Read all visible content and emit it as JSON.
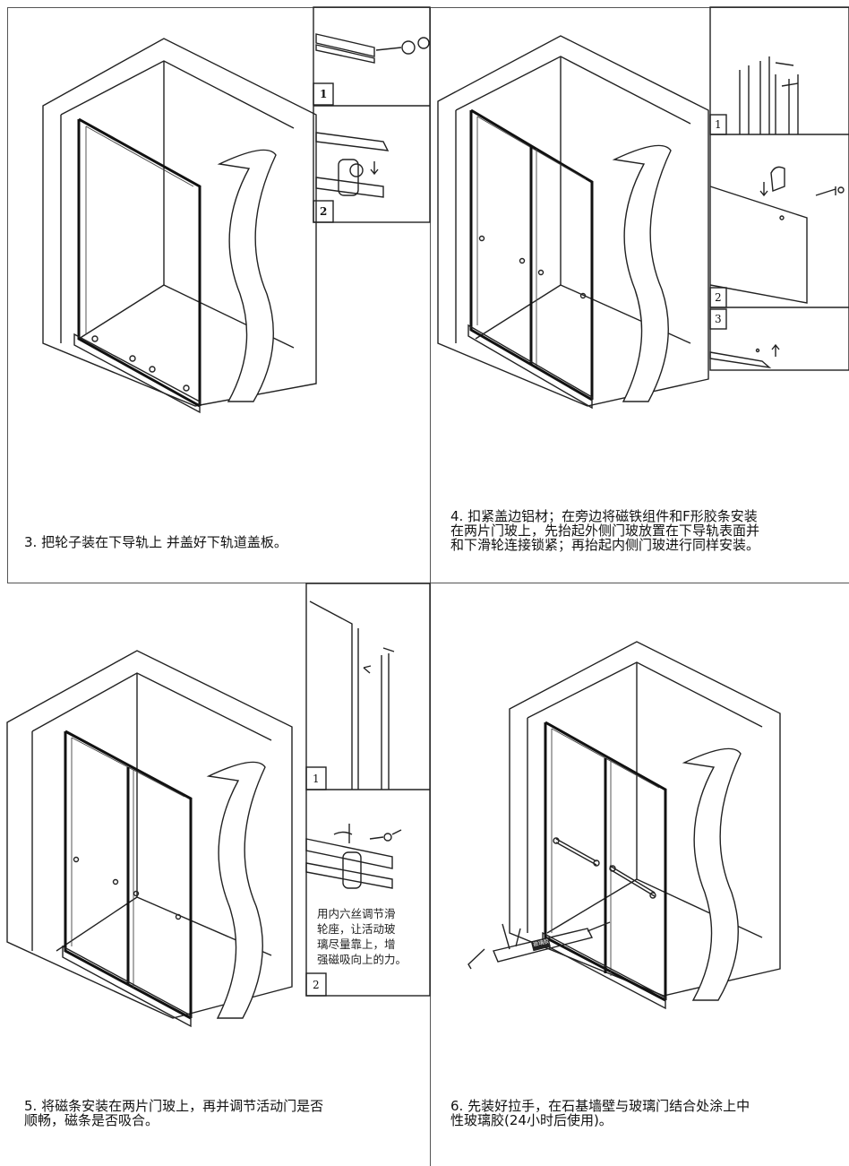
{
  "steps": [
    {
      "caption_lines": [
        "3. 把轮子装在下导轨上  并盖好下轨道盖板。"
      ],
      "inset_labels": [
        "1",
        "2"
      ]
    },
    {
      "caption_lines": [
        "4. 扣紧盖边铝材；在旁边将磁铁组件和F形胶条安装",
        "在两片门玻上，先抬起外侧门玻放置在下导轨表面并",
        "和下滑轮连接锁紧；再抬起内侧门玻进行同样安装。"
      ],
      "inset_labels": [
        "1",
        "2",
        "3"
      ]
    },
    {
      "caption_lines": [
        "5. 将磁条安装在两片门玻上，再并调节活动门是否",
        "顺畅，磁条是否吸合。"
      ],
      "inset_labels": [
        "1",
        "2"
      ],
      "note_lines": [
        "用内六丝调节滑",
        "轮座，让活动玻",
        "璃尽量靠上，增",
        "强磁吸向上的力。"
      ]
    },
    {
      "caption_lines": [
        "6. 先装好拉手，在石基墙壁与玻璃门结合处涂上中",
        "性玻璃胶(24小时后使用)。"
      ],
      "tube_label": "玻璃胶"
    }
  ]
}
